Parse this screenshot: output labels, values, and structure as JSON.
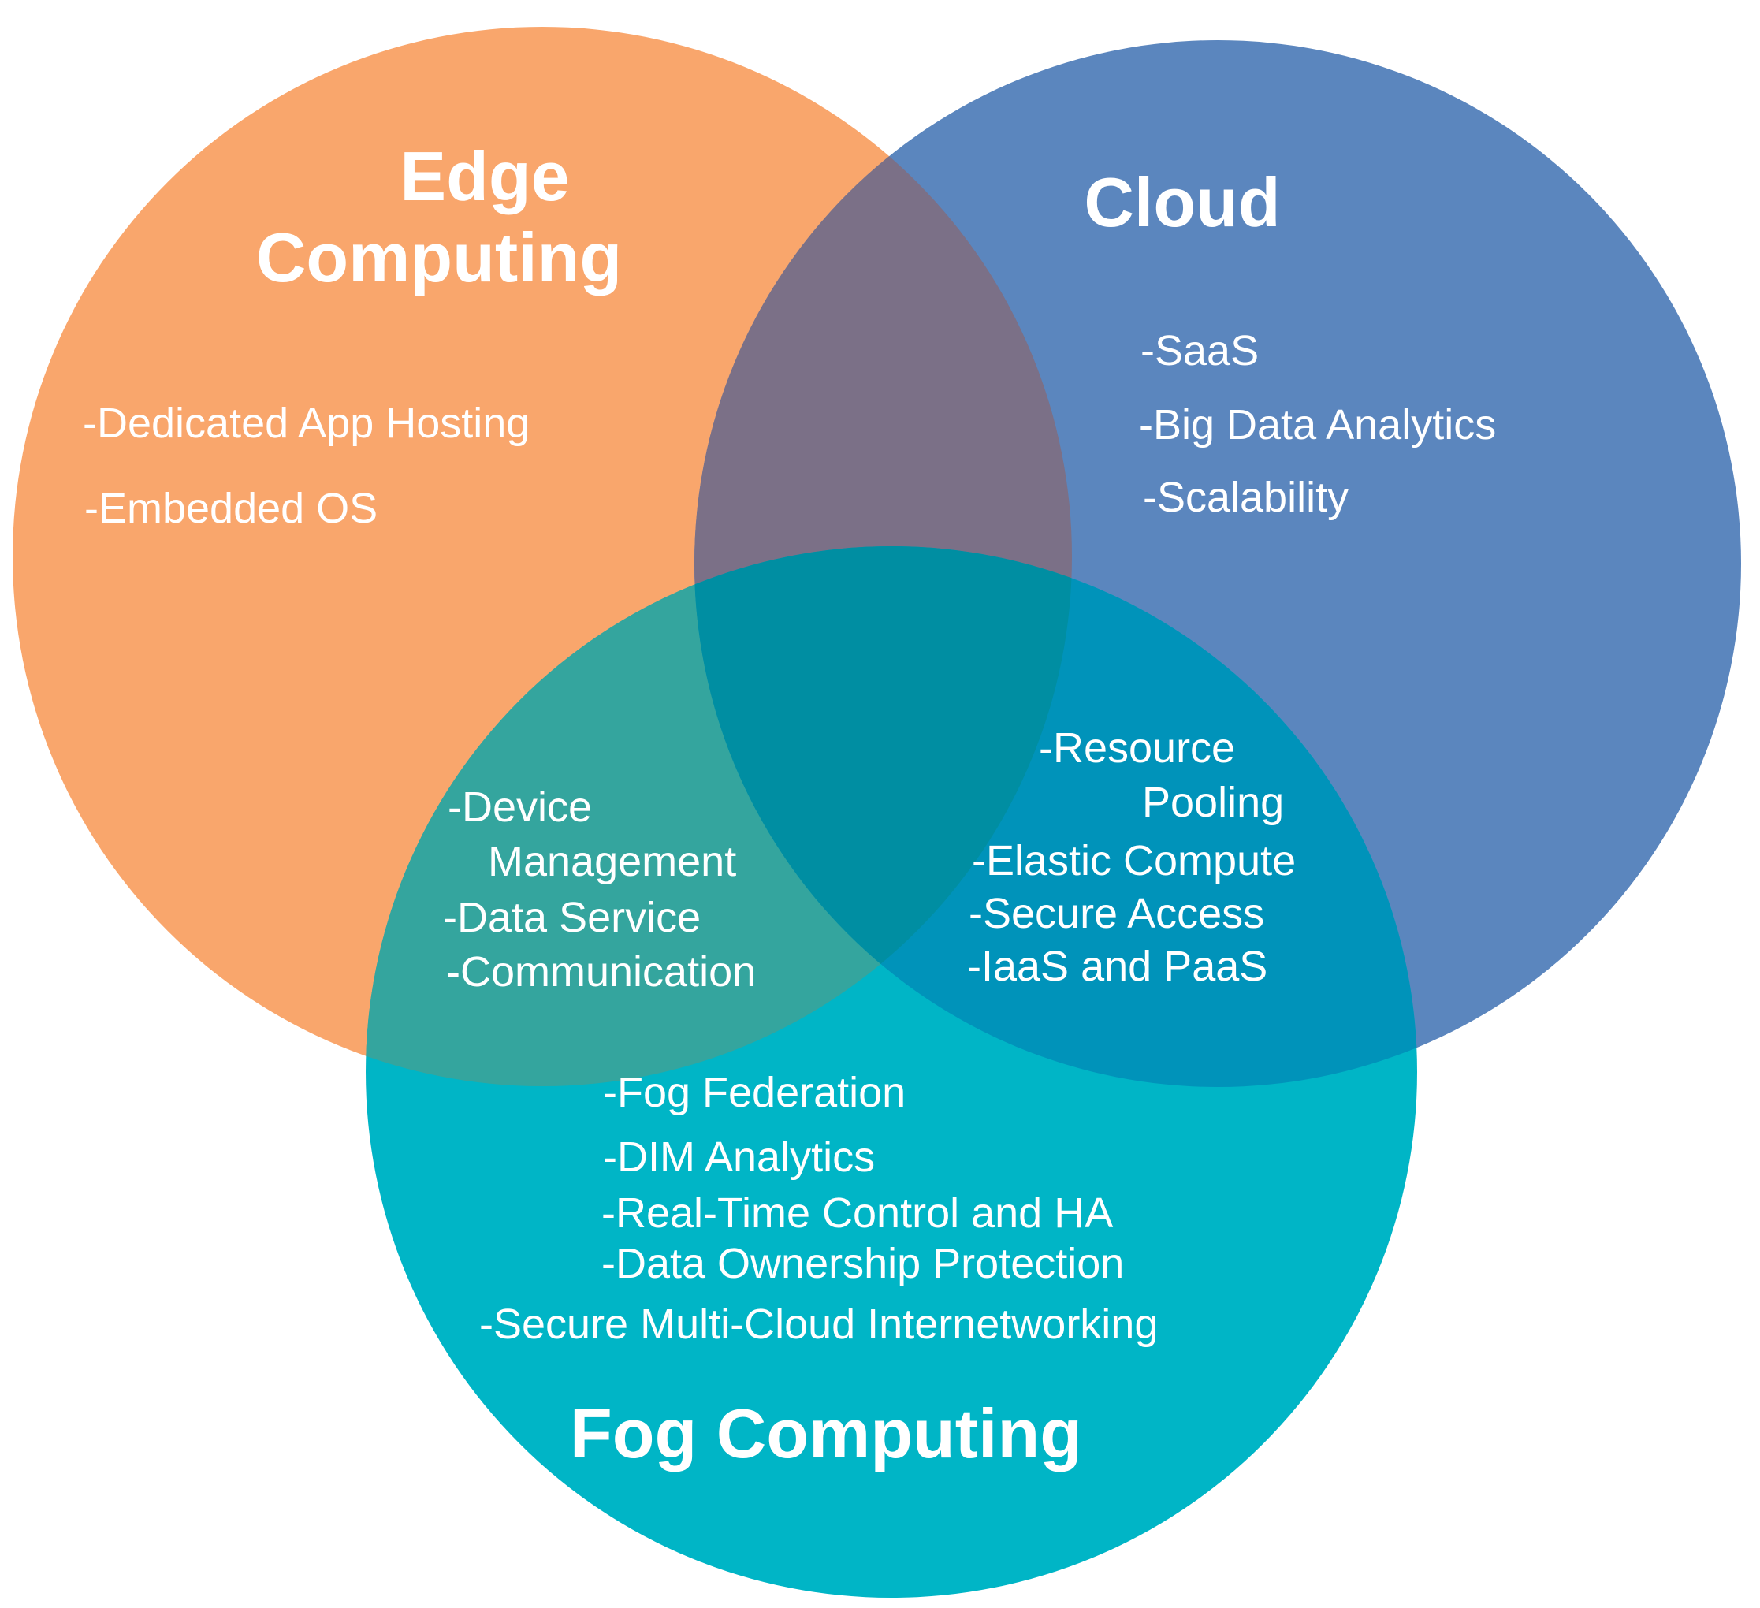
{
  "sets": {
    "edge": {
      "title_line1": "Edge",
      "title_line2": "Computing",
      "color": "#F9A66C",
      "items": [
        "-Dedicated App Hosting",
        "-Embedded OS"
      ]
    },
    "cloud": {
      "title": "Cloud",
      "color": "#5B86BE",
      "items": [
        "-SaaS",
        "-Big Data Analytics",
        "-Scalability"
      ]
    },
    "fog": {
      "title": "Fog Computing",
      "color": "#00B5C6",
      "items": [
        "-Fog Federation",
        "-DIM Analytics",
        "-Real-Time Control and HA",
        "-Data Ownership Protection",
        "-Secure Multi-Cloud Internetworking"
      ]
    }
  },
  "intersections": {
    "edge_cloud": {
      "color": "#7B7087"
    },
    "edge_fog": {
      "color": "#34A59E",
      "items": [
        "-Device",
        "Management",
        "-Data Service",
        "-Communication"
      ]
    },
    "cloud_fog": {
      "color": "#0093BA",
      "items": [
        "-Resource",
        "Pooling",
        "-Elastic Compute",
        "-Secure Access",
        "-IaaS and PaaS"
      ]
    },
    "all": {
      "color": "#008EA2"
    }
  }
}
